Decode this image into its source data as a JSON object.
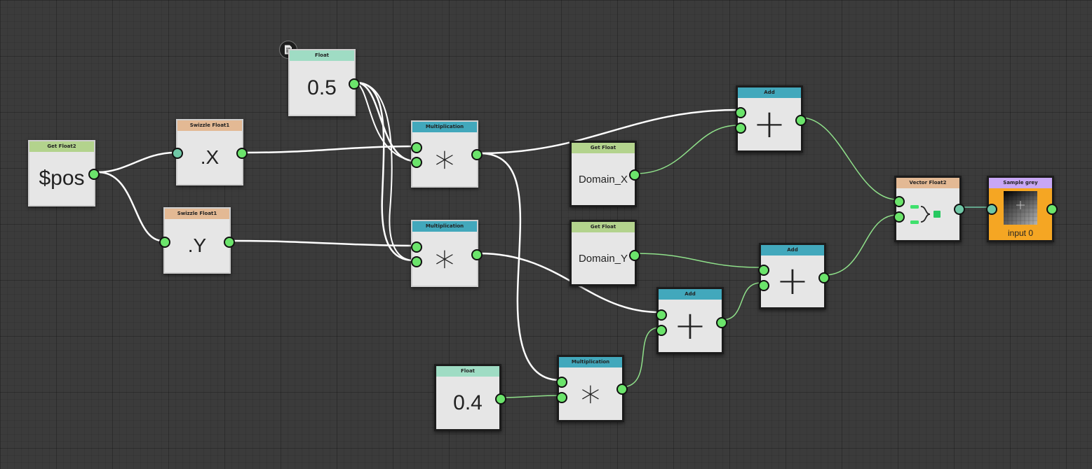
{
  "colors": {
    "canvas": "#3b3b3b",
    "wire_main": "#ffffff",
    "wire_alt": "#8fe08a",
    "port": "#6be46b",
    "hdr_get": "#b3d38d",
    "hdr_swizzle": "#e3b994",
    "hdr_float": "#9fdcc4",
    "hdr_math": "#42a8bc",
    "hdr_vector": "#e3b994",
    "hdr_sample": "#c8a7f5",
    "sample_body": "#f5a623"
  },
  "nodes": {
    "get_pos": {
      "title": "Get Float2",
      "value": "$pos"
    },
    "swizzle_x": {
      "title": "Swizzle Float1",
      "value": ".X"
    },
    "swizzle_y": {
      "title": "Swizzle Float1",
      "value": ".Y"
    },
    "float_a": {
      "title": "Float",
      "value": "0.5"
    },
    "mul_top": {
      "title": "Multiplication",
      "symbol": "∗"
    },
    "mul_mid": {
      "title": "Multiplication",
      "symbol": "∗"
    },
    "mul_bot": {
      "title": "Multiplication",
      "symbol": "∗"
    },
    "float_b": {
      "title": "Float",
      "value": "0.4"
    },
    "get_domain_x": {
      "title": "Get Float",
      "value": "Domain_X"
    },
    "get_domain_y": {
      "title": "Get Float",
      "value": "Domain_Y"
    },
    "add_top": {
      "title": "Add",
      "symbol": "+"
    },
    "add_mid": {
      "title": "Add",
      "symbol": "+"
    },
    "add_low": {
      "title": "Add",
      "symbol": "+"
    },
    "vector": {
      "title": "Vector Float2"
    },
    "sample": {
      "title": "Sample grey",
      "label": "input 0"
    }
  },
  "icons": {
    "note": "document-icon"
  }
}
